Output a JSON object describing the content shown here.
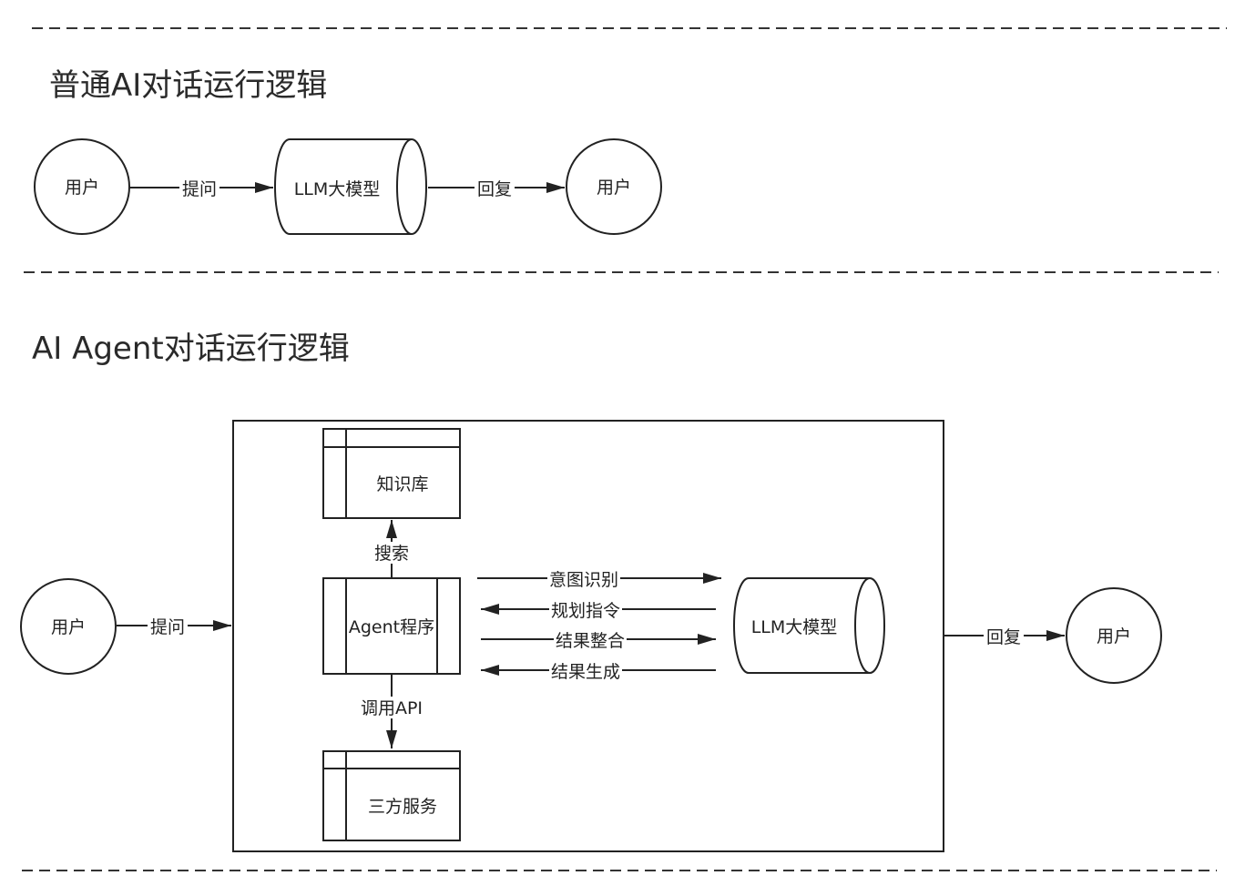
{
  "section1": {
    "title": "普通AI对话运行逻辑",
    "nodes": {
      "user_left": "用户",
      "llm": "LLM大模型",
      "user_right": "用户"
    },
    "edges": {
      "ask": "提问",
      "reply": "回复"
    }
  },
  "section2": {
    "title": "AI Agent对话运行逻辑",
    "nodes": {
      "user_left": "用户",
      "knowledge_base": "知识库",
      "agent_program": "Agent程序",
      "third_party": "三方服务",
      "llm": "LLM大模型",
      "user_right": "用户"
    },
    "edges": {
      "ask": "提问",
      "search": "搜索",
      "call_api": "调用API",
      "intent_recognition": "意图识别",
      "plan_instructions": "规划指令",
      "result_integration": "结果整合",
      "result_generation": "结果生成",
      "reply": "回复"
    }
  }
}
